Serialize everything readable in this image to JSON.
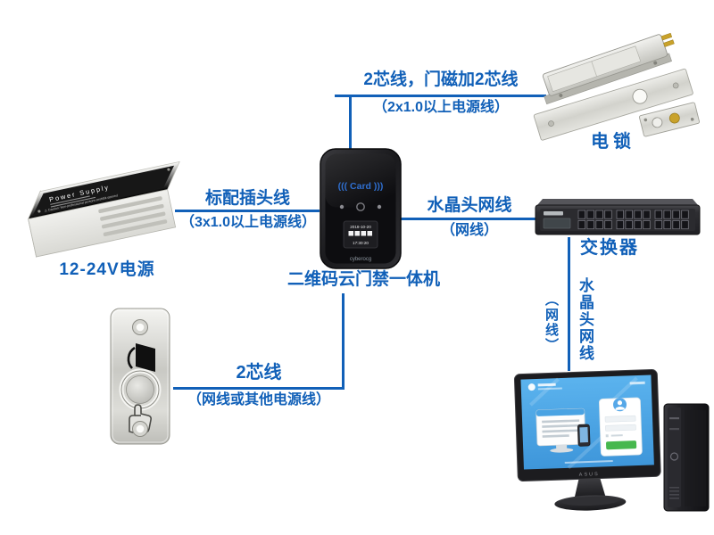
{
  "accent": "#1160b8",
  "connections": {
    "lock_cable": {
      "line1": "2芯线，门磁加2芯线",
      "line2": "（2x1.0以上电源线）"
    },
    "power_cable": {
      "line1": "标配插头线",
      "line2": "（3x1.0以上电源线）"
    },
    "switch_cable": {
      "line1": "水晶头网线",
      "line2": "（网线）"
    },
    "pc_cable": {
      "line1": "水晶头网线",
      "line2": "（网线）"
    },
    "button_cable": {
      "line1": "2芯线",
      "line2": "（网线或其他电源线）"
    }
  },
  "devices": {
    "power_supply": {
      "label": "12-24V电源",
      "panel_title": "Power Supply",
      "panel_caution": "⚠ Caution: Non-professional persons prohibit opened"
    },
    "reader": {
      "label": "二维码云门禁一体机",
      "card_text": "((( Card )))",
      "display_date": "2018-10-20",
      "display_time": "17:30:20",
      "brand": "cyberocg"
    },
    "lock": {
      "label": "电锁"
    },
    "switch": {
      "label": "交换器"
    },
    "computer": {
      "monitor_brand": "ASUS"
    }
  }
}
